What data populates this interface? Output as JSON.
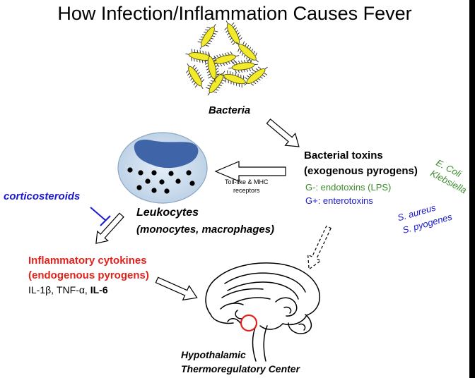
{
  "title": "How Infection/Inflammation Causes Fever",
  "bacteria": {
    "label": "Bacteria"
  },
  "bacterial_toxins": {
    "title": "Bacterial toxins",
    "subtitle": "(exogenous pyrogens)",
    "gram_negative": "G-: endotoxins (LPS)",
    "gram_positive": "G+: enterotoxins",
    "gram_negative_examples": [
      "E. Coli",
      "Klebsiella"
    ],
    "gram_positive_examples": [
      "S. aureus",
      "S. pyogenes"
    ]
  },
  "receptors_label": [
    "Toll-like & MHC",
    "receptors"
  ],
  "corticosteroids": "corticosteroids",
  "leukocytes": {
    "title": "Leukocytes",
    "subtitle": "(monocytes, macrophages)"
  },
  "cytokines": {
    "title": "Inflammatory cytokines",
    "subtitle": "(endogenous pyrogens)",
    "list_prefix": "IL-1β, TNF-α,",
    "list_bold": "IL-6"
  },
  "hypothalamus": {
    "line1": "Hypothalamic",
    "line2": "Thermoregulatory Center"
  },
  "colors": {
    "cytokine_red": "#e0231d",
    "gram_positive_blue": "#1a1ad0",
    "gram_negative_green": "#3a8a2a",
    "bacteria_yellow": "#f2ea2a",
    "nucleus_blue": "#3f64a8",
    "cell_fill": "#cfe0f0"
  },
  "icons": [
    "bacteria-icon",
    "leukocyte-icon",
    "brain-icon",
    "inhibition-icon"
  ]
}
